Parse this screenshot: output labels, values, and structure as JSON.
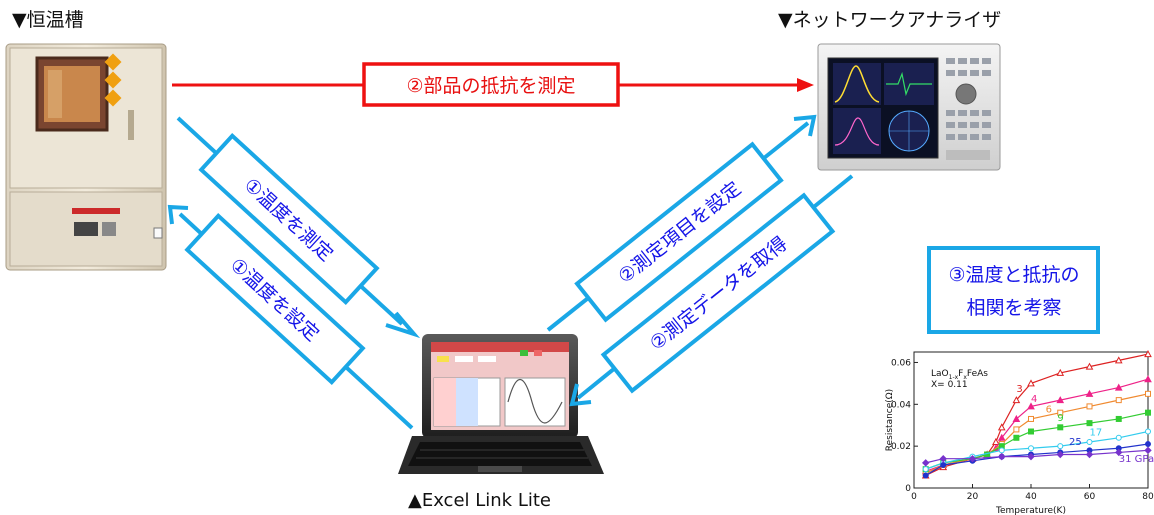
{
  "labels": {
    "chamber": "▼恒温槽",
    "analyzer": "▼ネットワークアナライザ",
    "laptop": "▲Excel Link Lite",
    "measure_resistance": "②部品の抵抗を測定",
    "measure_temp": "①温度を測定",
    "set_temp": "①温度を設定",
    "set_items": "②測定項目を設定",
    "get_data": "②測定データを取得",
    "analysis_line1": "③温度と抵抗の",
    "analysis_line2": "相関を考察"
  },
  "colors": {
    "blue_arrow": "#1aa7e6",
    "red_arrow": "#ee1111",
    "blue_text": "#1515e8",
    "red_text": "#e81010"
  },
  "chart_data": {
    "type": "line",
    "title_line1": "LaO",
    "title_sub1": "1-x",
    "title_mid": "F",
    "title_sub2": "x",
    "title_end": "FeAs",
    "title_line2": "X= 0.11",
    "xlabel": "Temperature(K)",
    "ylabel": "Resistance(Ω)",
    "xlim": [
      0,
      80
    ],
    "ylim": [
      0,
      0.065
    ],
    "xticks": [
      "0",
      "20",
      "40",
      "60",
      "80"
    ],
    "yticks": [
      "0",
      "0.02",
      "0.04",
      "0.06"
    ],
    "series": [
      {
        "name": "3",
        "color": "#dd2222",
        "marker": "triangle-open",
        "x": [
          4,
          10,
          20,
          25,
          28,
          30,
          35,
          40,
          50,
          60,
          70,
          80
        ],
        "y": [
          0.006,
          0.01,
          0.014,
          0.016,
          0.022,
          0.029,
          0.042,
          0.05,
          0.055,
          0.058,
          0.061,
          0.064
        ]
      },
      {
        "name": "4",
        "color": "#ee2288",
        "marker": "triangle",
        "x": [
          4,
          10,
          20,
          25,
          28,
          30,
          35,
          40,
          50,
          60,
          70,
          80
        ],
        "y": [
          0.008,
          0.011,
          0.014,
          0.016,
          0.019,
          0.024,
          0.033,
          0.039,
          0.042,
          0.045,
          0.048,
          0.052
        ]
      },
      {
        "name": "6",
        "color": "#f08a30",
        "marker": "square-open",
        "x": [
          4,
          10,
          20,
          25,
          30,
          35,
          40,
          50,
          60,
          70,
          80
        ],
        "y": [
          0.007,
          0.011,
          0.014,
          0.016,
          0.021,
          0.028,
          0.033,
          0.036,
          0.039,
          0.042,
          0.045
        ]
      },
      {
        "name": "9",
        "color": "#33cc33",
        "marker": "square",
        "x": [
          4,
          10,
          20,
          25,
          30,
          35,
          40,
          50,
          60,
          70,
          80
        ],
        "y": [
          0.009,
          0.012,
          0.014,
          0.016,
          0.02,
          0.024,
          0.027,
          0.029,
          0.031,
          0.033,
          0.036
        ]
      },
      {
        "name": "17",
        "color": "#33ccee",
        "marker": "circle-open",
        "x": [
          4,
          10,
          20,
          30,
          40,
          50,
          60,
          70,
          80
        ],
        "y": [
          0.009,
          0.012,
          0.015,
          0.018,
          0.019,
          0.02,
          0.022,
          0.024,
          0.027
        ]
      },
      {
        "name": "25",
        "color": "#2233cc",
        "marker": "circle",
        "x": [
          4,
          10,
          20,
          30,
          40,
          50,
          60,
          70,
          80
        ],
        "y": [
          0.006,
          0.011,
          0.013,
          0.015,
          0.016,
          0.017,
          0.018,
          0.019,
          0.021
        ]
      },
      {
        "name": "31 GPa",
        "color": "#7733cc",
        "marker": "diamond",
        "x": [
          4,
          10,
          20,
          30,
          40,
          50,
          60,
          70,
          80
        ],
        "y": [
          0.012,
          0.014,
          0.014,
          0.015,
          0.015,
          0.016,
          0.016,
          0.017,
          0.018
        ]
      }
    ]
  }
}
